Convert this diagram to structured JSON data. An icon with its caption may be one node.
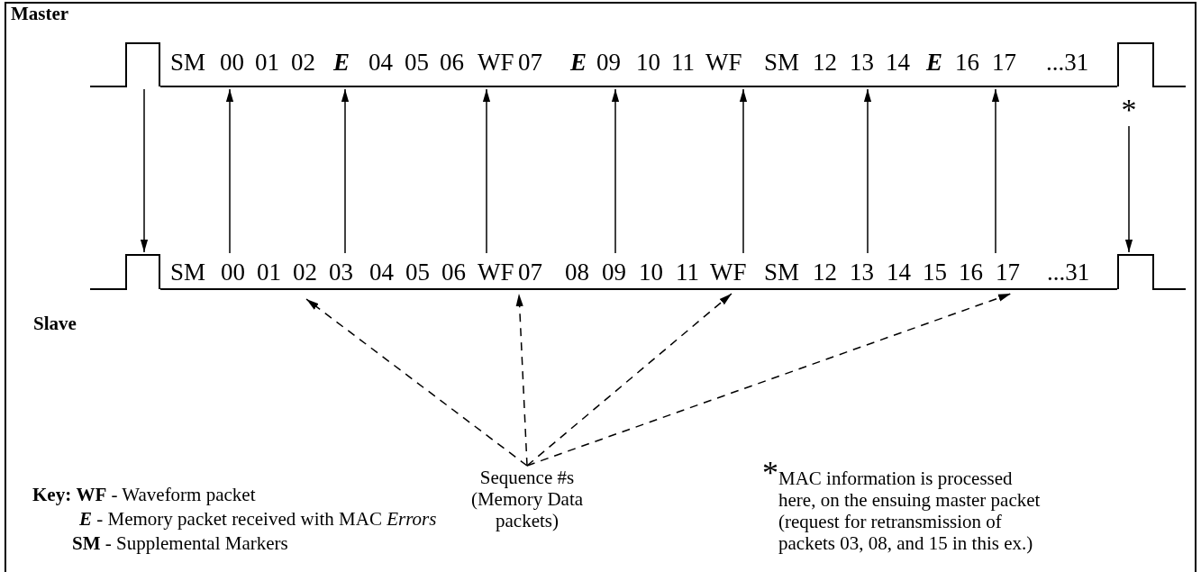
{
  "diagram": {
    "nodes": [
      {
        "text": [],
        "shape": "pulse"
      },
      {
        "text": [
          "SM",
          "00",
          "01",
          "02",
          "**E**",
          "04",
          "05",
          "06",
          "WF",
          "07",
          "**E**",
          "09",
          "10",
          "11",
          "WF",
          "SM",
          "12",
          "13",
          "14",
          "**E**",
          "16",
          "17",
          "...31"
        ]
      },
      {
        "text": [],
        "shape": "pulse"
      },
      {
        "text": [
          "*"
        ]
      },
      {
        "text": [],
        "shape": "pulse"
      },
      {
        "text": [
          "SM",
          "00",
          "01",
          "02",
          "03",
          "04",
          "05",
          "06",
          "WF",
          "07",
          "08",
          "09",
          "10",
          "11",
          "WF",
          "SM",
          "12",
          "13",
          "14",
          "15",
          "16",
          "17",
          "...31"
        ]
      },
      {
        "text": [],
        "shape": "pulse"
      },
      {
        "text": [
          "Sequence #s (Memory Data packets)"
        ]
      }
    ],
    "edges": [
      {
        "from": 0,
        "to": 4,
        "arrow": "to"
      },
      {
        "from": 5,
        "to": 1,
        "arrow": "to"
      },
      {
        "from": 5,
        "to": 1,
        "arrow": "to"
      },
      {
        "from": 5,
        "to": 1,
        "arrow": "to"
      },
      {
        "from": 5,
        "to": 1,
        "arrow": "to"
      },
      {
        "from": 5,
        "to": 1,
        "arrow": "to"
      },
      {
        "from": 5,
        "to": 1,
        "arrow": "to"
      },
      {
        "from": 5,
        "to": 1,
        "arrow": "to"
      },
      {
        "from": 3,
        "to": 6,
        "arrow": "to"
      },
      {
        "from": 7,
        "to": 5,
        "arrow": "to",
        "style": "dashed"
      },
      {
        "from": 7,
        "to": 5,
        "arrow": "to",
        "style": "dashed"
      },
      {
        "from": 7,
        "to": 5,
        "arrow": "to",
        "style": "dashed"
      },
      {
        "from": 7,
        "to": 5,
        "arrow": "to",
        "style": "dashed"
      }
    ],
    "labels": [
      "Master",
      "Slave",
      "**Key:** **WF** - Waveform packet",
      "**E** - Memory packet received with MAC *Errors*",
      "**SM** - Supplemental Markers",
      "*",
      "MAC information is processed here, on the ensuing master packet (request for retransmission of packets 03, 08, and 15 in this ex.)"
    ]
  }
}
